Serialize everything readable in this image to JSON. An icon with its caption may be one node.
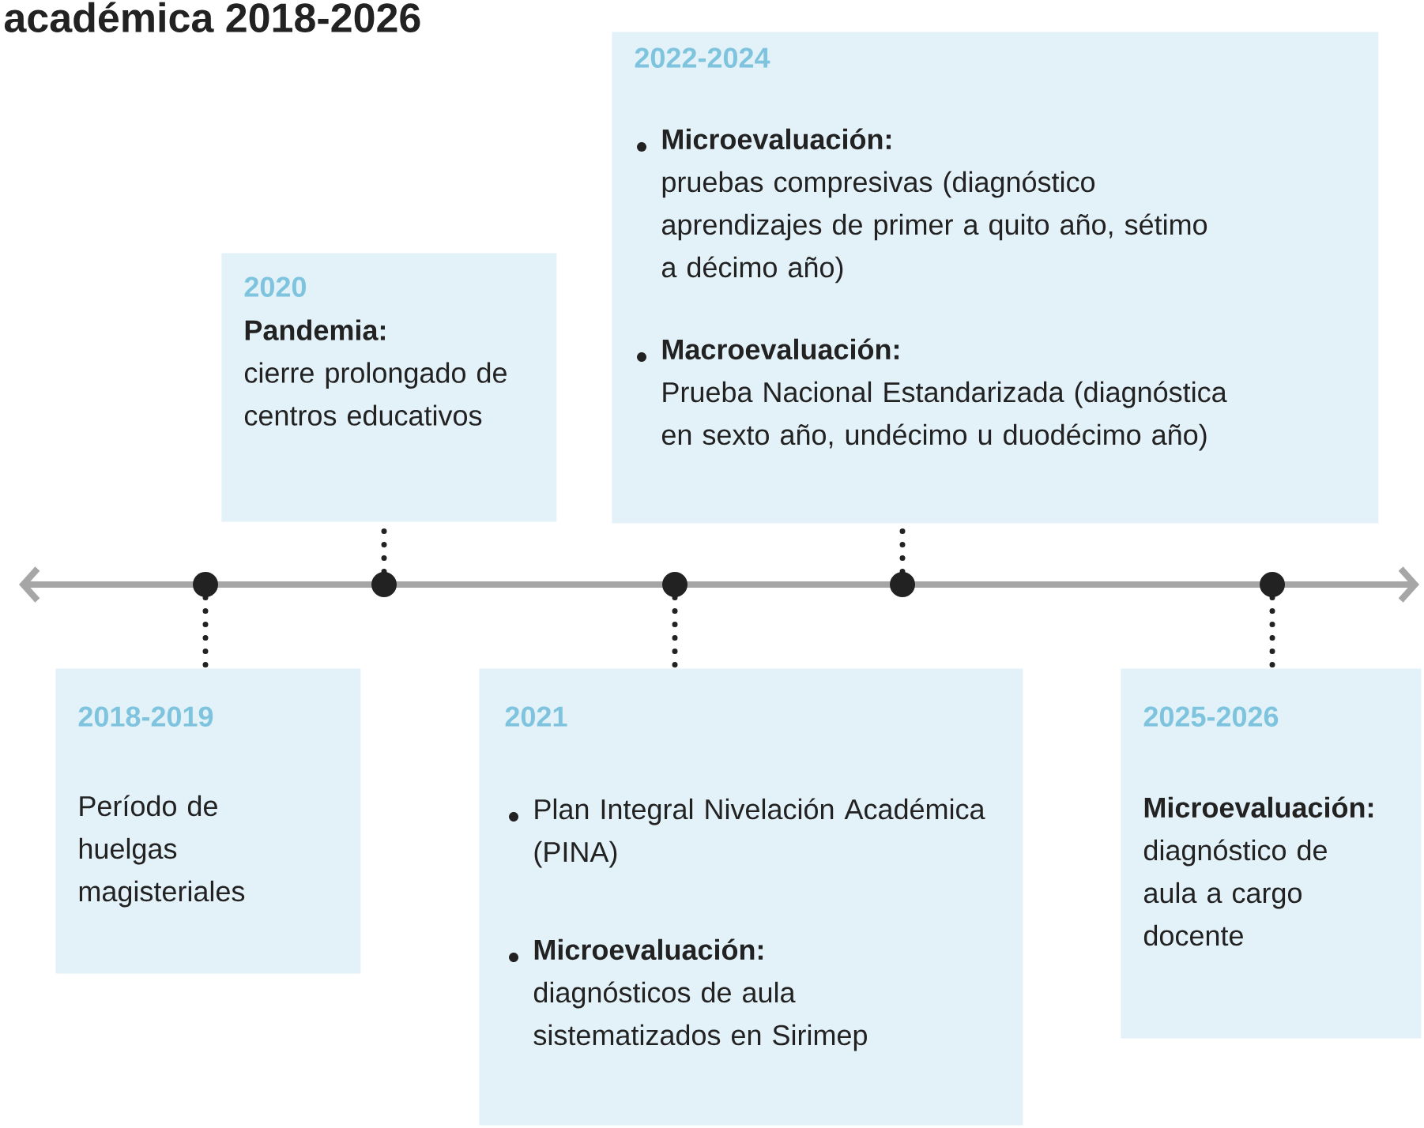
{
  "diagram": {
    "title": "académica 2018-2026",
    "nodes": [
      {
        "text": [
          "2018-2019",
          "Período de huelgas magisteriales"
        ]
      },
      {
        "text": [
          "2020",
          "Pandemia:",
          "cierre prolongado de centros educativos"
        ]
      },
      {
        "text": [
          "2021",
          "Plan Integral Nivelación Académica (PINA)",
          "Microevaluación:",
          "diagnósticos de aula sistematizados en Sirimep"
        ]
      },
      {
        "text": [
          "2022-2024",
          "Microevaluación:",
          "pruebas compresivas (diagnóstico aprendizajes de primer a quito año, sétimo a décimo año)",
          "Macroevaluación:",
          "Prueba Nacional Estandarizada (diagnóstica en sexto año, undécimo u duodécimo año)"
        ]
      },
      {
        "text": [
          "2025-2026",
          "Microevaluación:",
          "diagnóstico de aula a cargo docente"
        ]
      },
      {
        "text": [],
        "shape": "circle"
      },
      {
        "text": [],
        "shape": "circle"
      },
      {
        "text": [],
        "shape": "circle"
      },
      {
        "text": [],
        "shape": "circle"
      },
      {
        "text": [],
        "shape": "circle"
      }
    ],
    "edges": [
      {
        "from": 5,
        "to": 0,
        "arrow": "none"
      },
      {
        "from": 6,
        "to": 1,
        "arrow": "none"
      },
      {
        "from": 7,
        "to": 2,
        "arrow": "none"
      },
      {
        "from": 8,
        "to": 3,
        "arrow": "none"
      },
      {
        "from": 9,
        "to": 4,
        "arrow": "none"
      }
    ]
  }
}
